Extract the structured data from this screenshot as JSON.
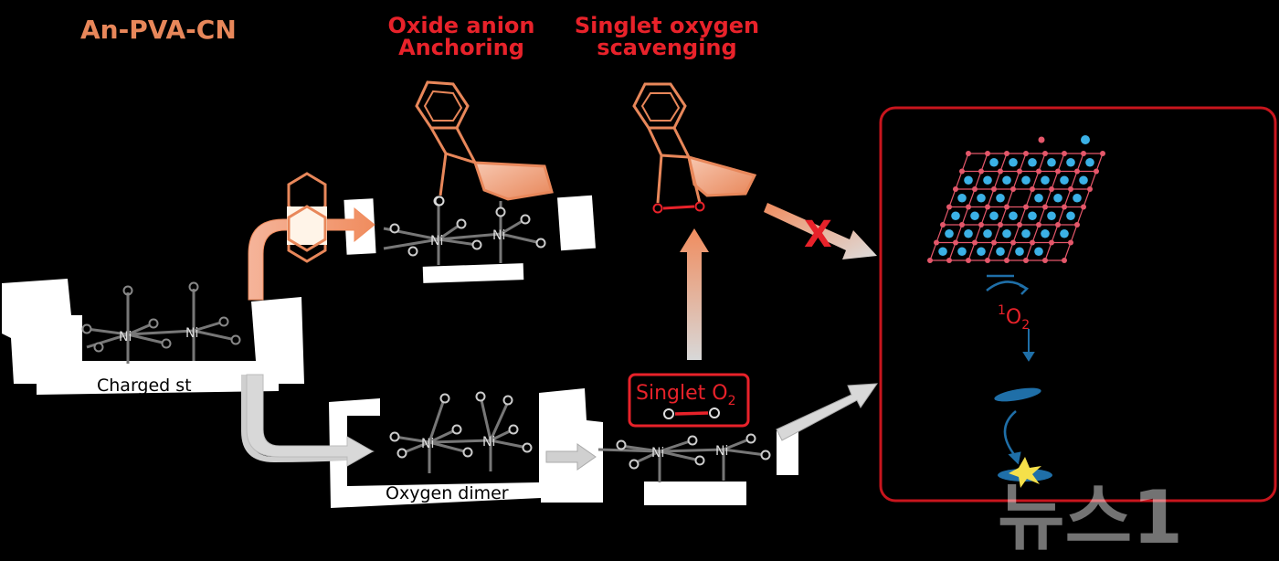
{
  "title": "An-PVA-CN",
  "labels": {
    "oxide": [
      "Oxide anion",
      "Anchoring"
    ],
    "singlet_scav": [
      "Singlet oxygen",
      "scavenging"
    ],
    "charged": "Charged st",
    "dimer": "Oxygen dimer",
    "singlet_box_main": "Singlet O",
    "singlet_box_sub": "2",
    "o2_sup": "1",
    "o2_main": "O",
    "o2_sub": "2",
    "cross": "X",
    "ni": "Ni",
    "o": "o",
    "watermark": "뉴스1"
  },
  "colors": {
    "background": "#000000",
    "accent_red": "#e8222a",
    "orange": "#e8875a",
    "lattice_pink": "#e4576a",
    "lattice_blue": "#3bb1e6",
    "panel_border": "#c8151d",
    "arrow_blue": "#1f6fa8",
    "grey_line": "#7a7a7a",
    "white": "#ffffff"
  }
}
